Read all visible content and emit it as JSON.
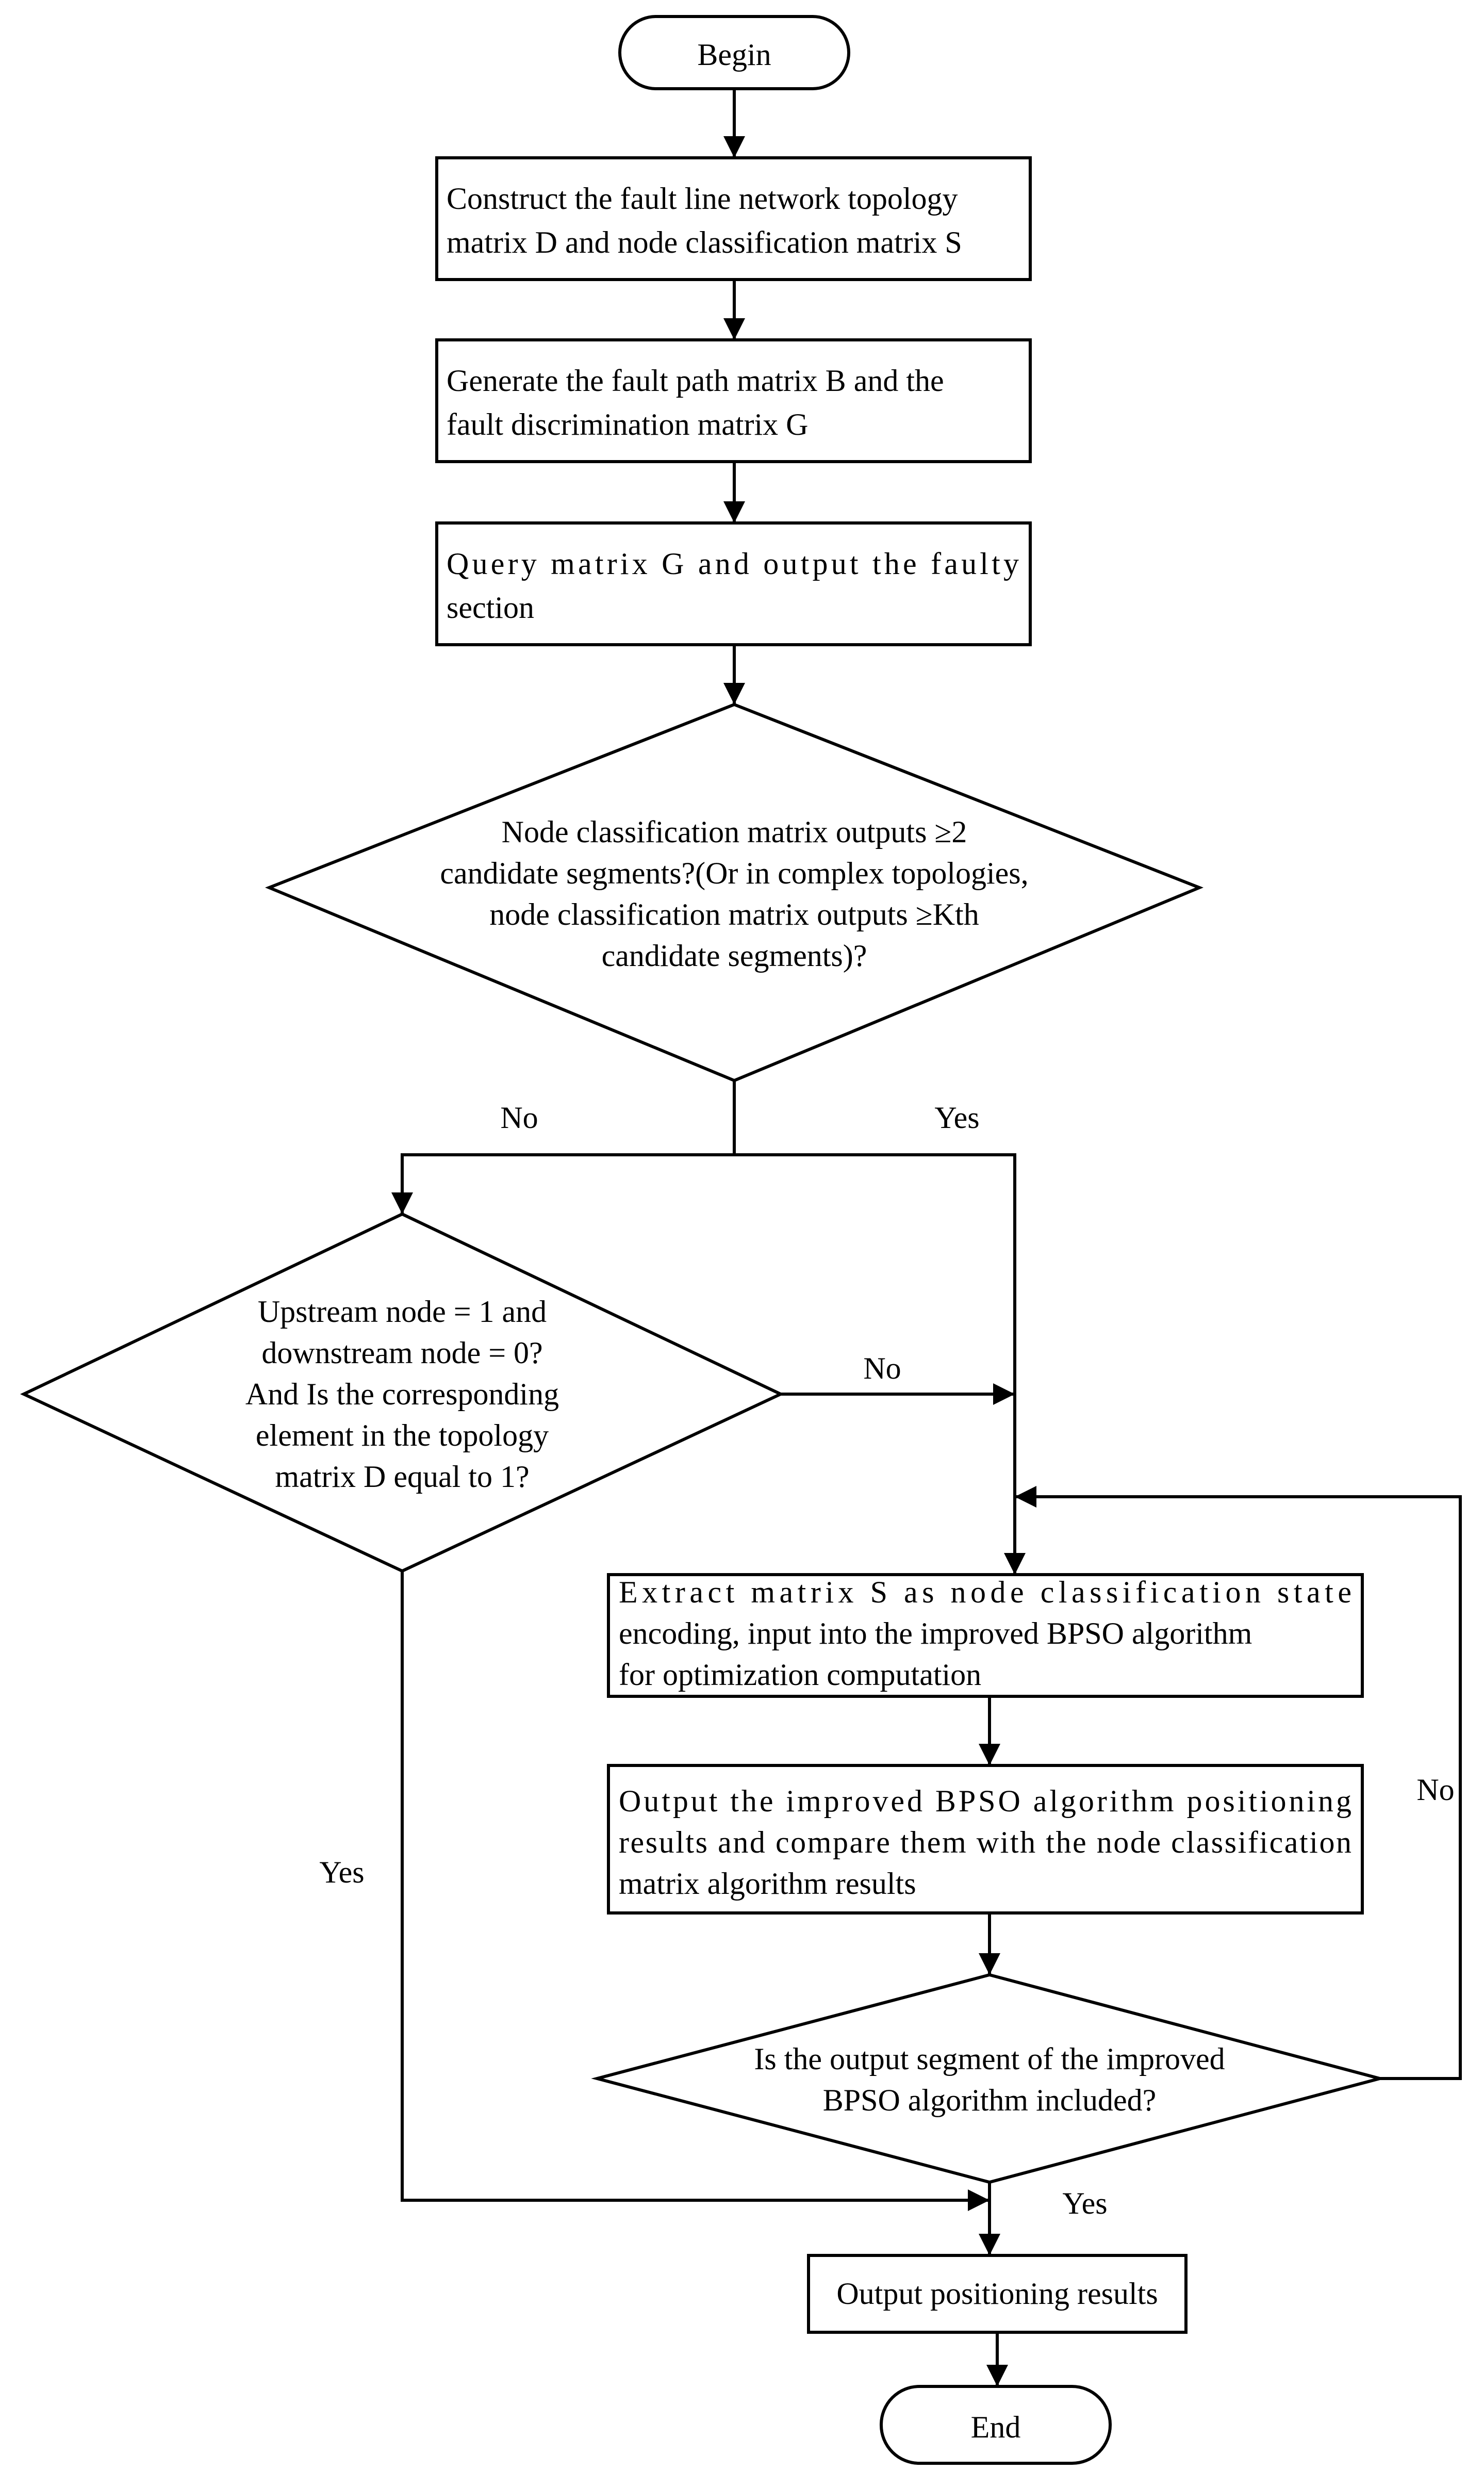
{
  "nodes": {
    "begin": {
      "text": "Begin"
    },
    "construct": {
      "lines": [
        "Construct the fault line network topology",
        "matrix D and node classification matrix S"
      ]
    },
    "generate": {
      "lines": [
        "Generate the fault path matrix B and the",
        "fault discrimination matrix G"
      ]
    },
    "query": {
      "lines": [
        "Query matrix G and output the faulty",
        "section"
      ]
    },
    "decision_candidates": {
      "lines": [
        "Node classification matrix outputs ≥2",
        "candidate segments?(Or in complex topologies,",
        "node classification matrix outputs ≥Kth",
        "candidate segments)?"
      ]
    },
    "decision_upstream": {
      "lines": [
        "Upstream node = 1 and",
        "downstream node = 0?",
        "And Is the corresponding",
        "element in the topology",
        "matrix D equal to 1?"
      ]
    },
    "extract": {
      "lines": [
        "Extract matrix S as node classification state",
        "encoding, input into the improved BPSO algorithm",
        "for optimization computation"
      ]
    },
    "output_compare": {
      "lines": [
        "Output the improved BPSO algorithm positioning",
        "results and compare them with the node classification",
        "matrix algorithm results"
      ]
    },
    "decision_included": {
      "lines": [
        "Is the output segment of the improved",
        "BPSO algorithm included?"
      ]
    },
    "output_results": {
      "text": "Output positioning results"
    },
    "end": {
      "text": "End"
    }
  },
  "edge_labels": {
    "candidates_no": "No",
    "candidates_yes": "Yes",
    "upstream_no": "No",
    "upstream_yes": "Yes",
    "included_no": "No",
    "included_yes": "Yes"
  }
}
